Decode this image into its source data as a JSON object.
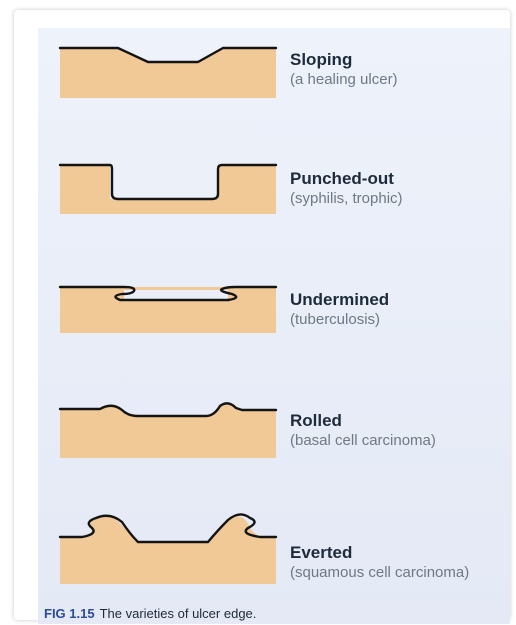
{
  "colors": {
    "tissue": "#f1c996",
    "outline": "#141414",
    "page_background": "#e9eef9",
    "figure_label": "#2a4a9a"
  },
  "items": [
    {
      "name": "Sloping",
      "description": "(a healing ulcer)"
    },
    {
      "name": "Punched-out",
      "description": "(syphilis, trophic)"
    },
    {
      "name": "Undermined",
      "description": "(tuberculosis)"
    },
    {
      "name": "Rolled",
      "description": "(basal cell carcinoma)"
    },
    {
      "name": "Everted",
      "description": "(squamous cell carcinoma)"
    }
  ],
  "caption": {
    "figure_number": "FIG 1.15",
    "text": "The varieties of ulcer edge."
  }
}
